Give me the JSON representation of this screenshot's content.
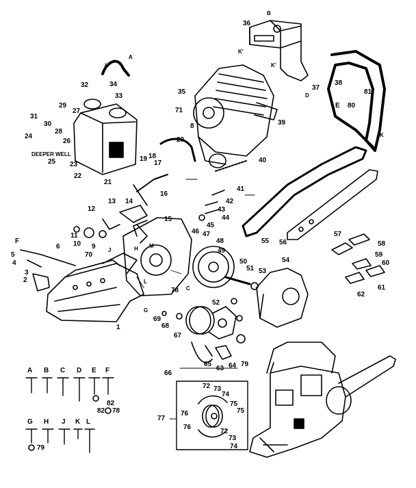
{
  "diagram": {
    "callouts": [
      "1",
      "2",
      "3",
      "4",
      "5",
      "6",
      "8",
      "9",
      "10",
      "11",
      "12",
      "13",
      "14",
      "15",
      "16",
      "17",
      "18",
      "19",
      "20",
      "21",
      "22",
      "23",
      "24",
      "25",
      "26",
      "27",
      "28",
      "29",
      "30",
      "31",
      "32",
      "33",
      "34",
      "35",
      "36",
      "37",
      "38",
      "39",
      "40",
      "41",
      "42",
      "43",
      "44",
      "45",
      "46",
      "47",
      "48",
      "49",
      "50",
      "51",
      "52",
      "53",
      "54",
      "55",
      "56",
      "57",
      "58",
      "59",
      "60",
      "61",
      "62",
      "63",
      "64",
      "65",
      "66",
      "67",
      "68",
      "69",
      "70",
      "71",
      "72",
      "73",
      "74",
      "75",
      "76",
      "77",
      "78",
      "79",
      "80",
      "81",
      "82"
    ],
    "letters": [
      "A",
      "B",
      "C",
      "D",
      "E",
      "F",
      "G",
      "H",
      "J",
      "K",
      "L",
      "K'",
      "K'",
      "M"
    ],
    "tank_text": "DEEPER WELL",
    "hardware": [
      {
        "letter": "A",
        "note": ""
      },
      {
        "letter": "B",
        "note": ""
      },
      {
        "letter": "C",
        "note": ""
      },
      {
        "letter": "D",
        "note": ""
      },
      {
        "letter": "E",
        "note": "82"
      },
      {
        "letter": "F",
        "note": "78"
      },
      {
        "letter": "G",
        "note": "79"
      },
      {
        "letter": "H",
        "note": ""
      },
      {
        "letter": "J",
        "note": ""
      },
      {
        "letter": "K",
        "note": ""
      },
      {
        "letter": "L",
        "note": ""
      }
    ],
    "inset": {
      "callout": "77",
      "parts": [
        "72",
        "73",
        "74",
        "75",
        "76",
        "75",
        "72",
        "73",
        "74"
      ]
    }
  }
}
